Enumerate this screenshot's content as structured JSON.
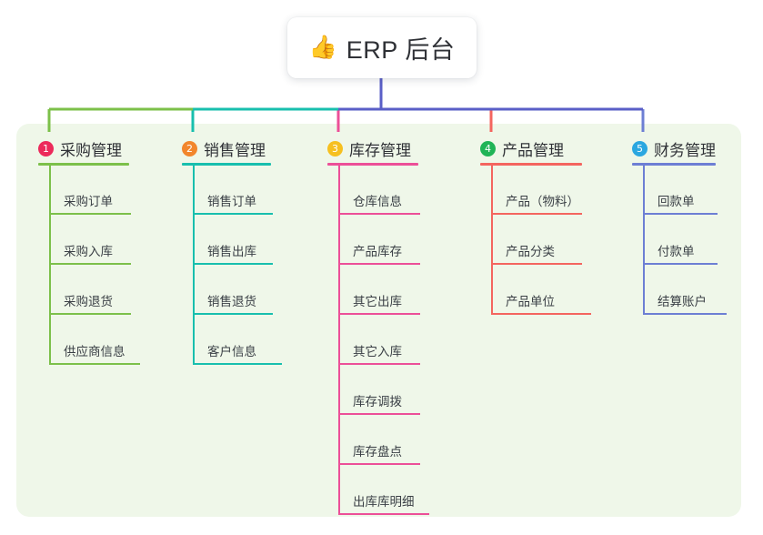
{
  "title": {
    "emoji": "👍",
    "emoji_name": "thumbs-up-icon",
    "text": "ERP 后台"
  },
  "palette": {
    "panel_bg": "#eff7e9",
    "page_bg": "#ffffff",
    "card_bg": "#ffffff",
    "text": "#2f3136",
    "leaf_text": "#3a3f45",
    "trunk": "#5a5fc7"
  },
  "columns": [
    {
      "index": "1",
      "label": "采购管理",
      "badge_color": "#ec2a5b",
      "line_color": "#7cc04a",
      "items": [
        "采购订单",
        "采购入库",
        "采购退货",
        "供应商信息"
      ]
    },
    {
      "index": "2",
      "label": "销售管理",
      "badge_color": "#f2862c",
      "line_color": "#18bfae",
      "items": [
        "销售订单",
        "销售出库",
        "销售退货",
        "客户信息"
      ]
    },
    {
      "index": "3",
      "label": "库存管理",
      "badge_color": "#f6c020",
      "line_color": "#ec4f98",
      "items": [
        "仓库信息",
        "产品库存",
        "其它出库",
        "其它入库",
        "库存调拨",
        "库存盘点",
        "出库库明细"
      ]
    },
    {
      "index": "4",
      "label": "产品管理",
      "badge_color": "#20b457",
      "line_color": "#f4655f",
      "items": [
        "产品（物料）",
        "产品分类",
        "产品单位"
      ]
    },
    {
      "index": "5",
      "label": "财务管理",
      "badge_color": "#2ba7e0",
      "line_color": "#6d7fd4",
      "items": [
        "回款单",
        "付款单",
        "结算账户"
      ]
    }
  ]
}
